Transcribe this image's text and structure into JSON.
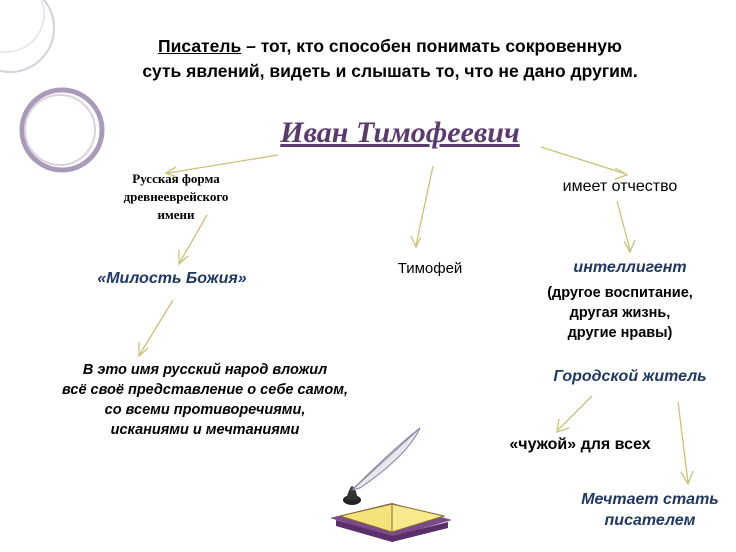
{
  "header": {
    "term": "Писатель",
    "line1_rest": " – тот, кто способен понимать сокровенную",
    "line2": "суть явлений, видеть и слышать то, что не дано другим."
  },
  "title": "Иван Тимофеевич",
  "nodes": {
    "origin": [
      "Русская форма",
      "древнееврейского",
      "имени"
    ],
    "patronymic": "имеет отчество",
    "mercy": "«Милость Божия»",
    "father": "Тимофей",
    "intelligent": "интеллигент",
    "intelligent_note": [
      "(другое воспитание,",
      "другая жизнь,",
      "другие нравы)"
    ],
    "people": [
      "В это имя русский народ вложил",
      "всё своё представление о себе самом,",
      "со всеми противоречиями,",
      "исканиями и мечтаниями"
    ],
    "city": "Городской житель",
    "stranger": "«чужой»  для всех",
    "dream": [
      "Мечтает стать",
      "писателем"
    ]
  },
  "colors": {
    "title": "#5b3a6d",
    "italic_nodes": "#1f3864",
    "arrow": "#c8c27a",
    "deco_circle": "#a89ab8"
  }
}
